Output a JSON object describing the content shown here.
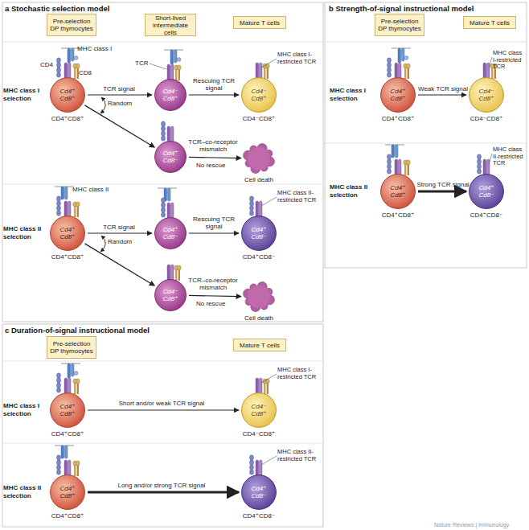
{
  "diagram": {
    "nodes": [
      {
        "text": [
          "Pre-selection DP thymocytes"
        ]
      },
      {
        "text": [
          "Short-lived intermediate cells"
        ]
      },
      {
        "text": [
          "Mature T cells"
        ]
      },
      {
        "text": [
          "Cd4⁺ Cd8⁺",
          "CD4⁺CD8⁺"
        ]
      },
      {
        "text": [
          "Cd4⁻ Cd8⁺"
        ]
      },
      {
        "text": [
          "Cd4⁻ Cd8⁺",
          "CD4⁻CD8⁺"
        ]
      },
      {
        "text": [
          "Cd4⁺ Cd8⁻"
        ]
      },
      {
        "text": [
          "Cell death"
        ]
      },
      {
        "text": [
          "Cd4⁺ Cd8⁺",
          "CD4⁺CD8⁺"
        ]
      },
      {
        "text": [
          "Cd4⁺ Cd8⁻"
        ]
      },
      {
        "text": [
          "Cd4⁺ Cd8⁻",
          "CD4⁺CD8⁻"
        ]
      },
      {
        "text": [
          "Cd4⁻ Cd8⁺"
        ]
      },
      {
        "text": [
          "Cell death"
        ]
      },
      {
        "text": [
          "Pre-selection DP thymocytes"
        ]
      },
      {
        "text": [
          "Mature T cells"
        ]
      },
      {
        "text": [
          "Cd4⁺ Cd8⁺",
          "CD4⁺CD8⁺"
        ]
      },
      {
        "text": [
          "Cd4⁻ Cd8⁺",
          "CD4⁻CD8⁺"
        ]
      },
      {
        "text": [
          "Cd4⁺ Cd8⁺",
          "CD4⁺CD8⁺"
        ]
      },
      {
        "text": [
          "Cd4⁺ Cd8⁻",
          "CD4⁺CD8⁻"
        ]
      },
      {
        "text": [
          "Pre-selection DP thymocytes"
        ]
      },
      {
        "text": [
          "Mature T cells"
        ]
      },
      {
        "text": [
          "Cd4⁺ Cd8⁺",
          "CD4⁺CD8⁺"
        ]
      },
      {
        "text": [
          "Cd4⁻ Cd8⁺",
          "CD4⁻CD8⁺"
        ]
      },
      {
        "text": [
          "Cd4⁺ Cd8⁺",
          "CD4⁺CD8⁺"
        ]
      },
      {
        "text": [
          "Cd4⁺ Cd8⁻",
          "CD4⁺CD8⁻"
        ]
      }
    ],
    "edges": [
      {
        "from": 3,
        "to": 4,
        "label": "TCR signal",
        "arrow": "to"
      },
      {
        "from": 3,
        "to": 6,
        "arrow": "to"
      },
      {
        "from": 4,
        "to": 5,
        "label": "Rescuing TCR signal",
        "arrow": "to"
      },
      {
        "from": 6,
        "to": 7,
        "label": "TCR–co-receptor mismatch",
        "arrow": "to"
      },
      {
        "from": 8,
        "to": 9,
        "label": "TCR signal",
        "arrow": "to"
      },
      {
        "from": 8,
        "to": 11,
        "arrow": "to"
      },
      {
        "from": 9,
        "to": 10,
        "label": "Rescuing TCR signal",
        "arrow": "to"
      },
      {
        "from": 11,
        "to": 12,
        "label": "TCR–co-receptor mismatch",
        "arrow": "to"
      },
      {
        "from": 15,
        "to": 16,
        "label": "Weak TCR signal",
        "arrow": "to"
      },
      {
        "from": 17,
        "to": 18,
        "label": "Strong TCR signal",
        "arrow": "to"
      },
      {
        "from": 21,
        "to": 22,
        "label": "Short and/or weak TCR signal",
        "arrow": "to"
      },
      {
        "from": 23,
        "to": 24,
        "label": "Long and/or strong TCR signal",
        "arrow": "to"
      }
    ],
    "labels": [
      "a Stochastic selection model",
      "MHC class I",
      "CD4",
      "CD8",
      "TCR",
      "MHC class I-restricted TCR",
      "Random",
      "No rescue",
      "MHC class I selection",
      "MHC class II",
      "MHC class II-restricted TCR",
      "Random",
      "No rescue",
      "MHC class II selection",
      "b Strength-of-signal instructional model",
      "MHC class I selection",
      "MHC class I-restricted TCR",
      "MHC class II selection",
      "MHC class II-restricted TCR",
      "c Duration-of-signal instructional model",
      "MHC class I selection",
      "MHC class I-restricted TCR",
      "MHC class II selection",
      "MHC class II-restricted TCR",
      "Nature Reviews | Immunology"
    ]
  }
}
